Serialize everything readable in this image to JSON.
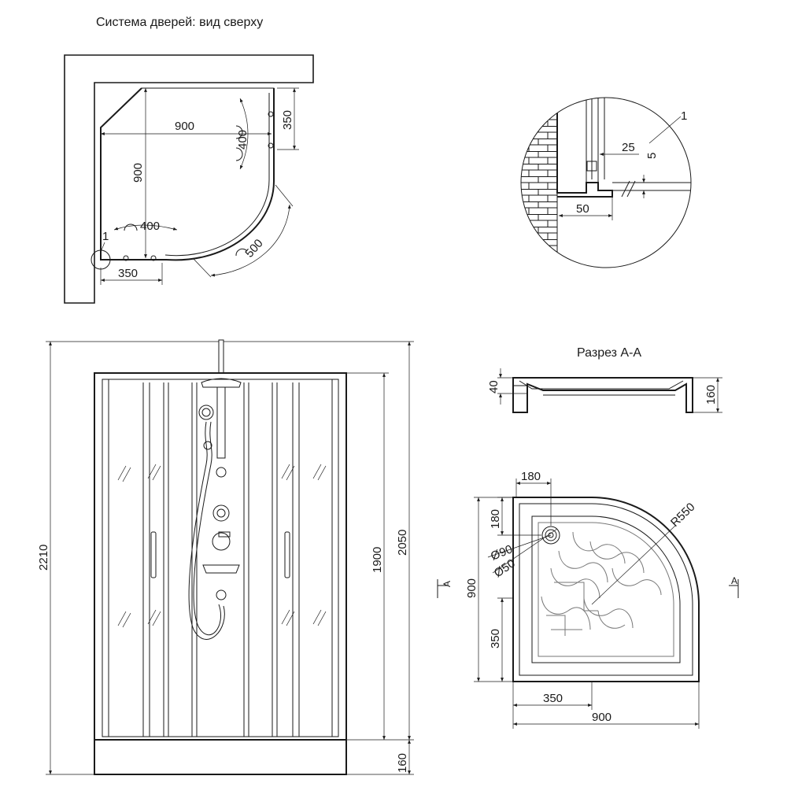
{
  "titles": {
    "top_view": "Система дверей: вид сверху",
    "section": "Разрез А-А"
  },
  "top_view": {
    "dim_width": "900",
    "dim_depth": "900",
    "dim_door_top": "400",
    "dim_door_left": "400",
    "dim_right_side": "350",
    "dim_bottom_side": "350",
    "dim_arc": "500",
    "callout": "1"
  },
  "detail": {
    "callout": "1",
    "dim_25": "25",
    "dim_5": "5",
    "dim_50": "50"
  },
  "front_view": {
    "dim_total": "2210",
    "dim_1900": "1900",
    "dim_2050": "2050",
    "dim_base": "160"
  },
  "section": {
    "dim_40": "40",
    "dim_160": "160"
  },
  "tray": {
    "dim_180_top": "180",
    "dim_180_side": "180",
    "dim_r550": "R550",
    "dim_d90": "Ø90",
    "dim_d50": "Ø50",
    "dim_900_left": "900",
    "dim_350_left": "350",
    "dim_350_bottom": "350",
    "dim_900_bottom": "900",
    "marker_left": "А",
    "marker_right": "А"
  },
  "colors": {
    "line": "#1a1a1a",
    "background": "#ffffff"
  }
}
